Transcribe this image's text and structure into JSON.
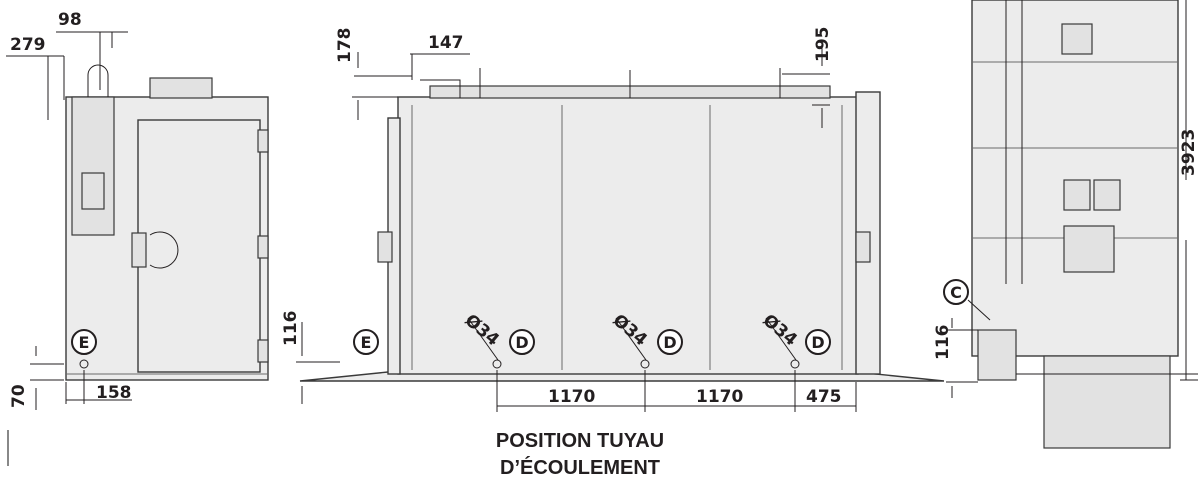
{
  "caption": {
    "line1": "POSITION TUYAU",
    "line2": "D’ÉCOULEMENT"
  },
  "dimensions": {
    "d98": "98",
    "d279": "279",
    "d70": "70",
    "d158": "158",
    "d116_left": "116",
    "d178": "178",
    "d147": "147",
    "d195": "195",
    "d1170_a": "1170",
    "d1170_b": "1170",
    "d475": "475",
    "d116_right": "116",
    "d3923": "3923"
  },
  "diameter_labels": [
    "Ø34",
    "Ø34",
    "Ø34"
  ],
  "markers": {
    "e_side": "E",
    "e_front": "E",
    "d1": "D",
    "d2": "D",
    "d3": "D",
    "c": "C"
  },
  "colors": {
    "line": "#231f20",
    "body_fill": "#ececec"
  }
}
